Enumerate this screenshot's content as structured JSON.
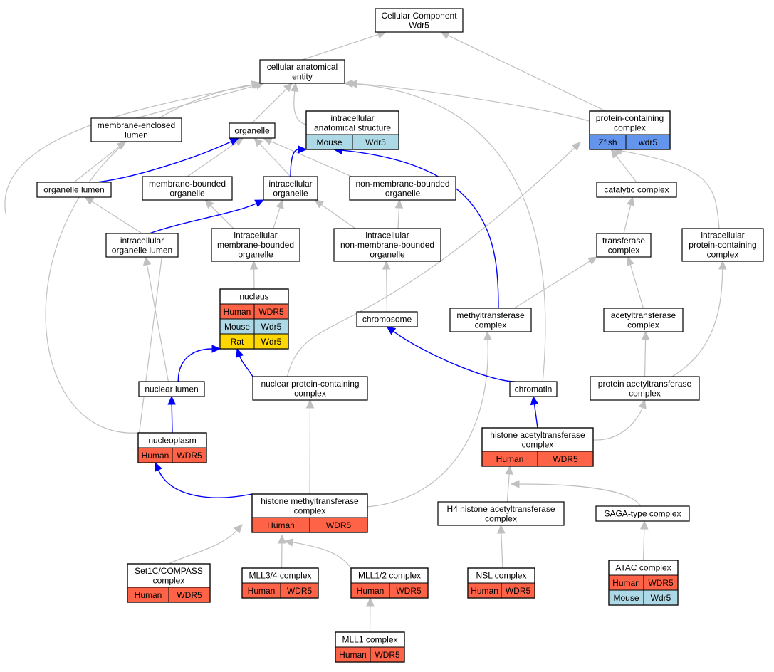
{
  "colors": {
    "human": "#ff6347",
    "mouse": "#add8e6",
    "rat": "#ffd700",
    "zfish": "#6495ed",
    "edge_grey": "#c0c0c0",
    "edge_blue": "#0000ff"
  },
  "nodes": {
    "cellular_component": {
      "lines": [
        "Cellular Component",
        "Wdr5"
      ]
    },
    "cellular_anatomical_entity": {
      "lines": [
        "cellular anatomical",
        "entity"
      ]
    },
    "membrane_enclosed_lumen": {
      "lines": [
        "membrane-enclosed",
        "lumen"
      ]
    },
    "organelle": {
      "lines": [
        "organelle"
      ]
    },
    "intracellular_anatomical_structure": {
      "lines": [
        "intracellular",
        "anatomical structure"
      ],
      "rows": [
        [
          {
            "species": "mouse",
            "text": "Mouse"
          },
          {
            "species": "mouse",
            "text": "Wdr5"
          }
        ]
      ]
    },
    "protein_containing_complex": {
      "lines": [
        "protein-containing",
        "complex"
      ],
      "rows": [
        [
          {
            "species": "zfish",
            "text": "Zfish"
          },
          {
            "species": "zfish",
            "text": "wdr5"
          }
        ]
      ]
    },
    "organelle_lumen": {
      "lines": [
        "organelle lumen"
      ]
    },
    "membrane_bounded_organelle": {
      "lines": [
        "membrane-bounded",
        "organelle"
      ]
    },
    "intracellular_organelle": {
      "lines": [
        "intracellular",
        "organelle"
      ]
    },
    "non_membrane_bounded_organelle": {
      "lines": [
        "non-membrane-bounded",
        "organelle"
      ]
    },
    "catalytic_complex": {
      "lines": [
        "catalytic complex"
      ]
    },
    "intracellular_organelle_lumen": {
      "lines": [
        "intracellular",
        "organelle lumen"
      ]
    },
    "intracellular_membrane_bounded_organelle": {
      "lines": [
        "intracellular",
        "membrane-bounded",
        "organelle"
      ]
    },
    "intracellular_non_membrane_bounded_organelle": {
      "lines": [
        "intracellular",
        "non-membrane-bounded",
        "organelle"
      ]
    },
    "transferase_complex": {
      "lines": [
        "transferase",
        "complex"
      ]
    },
    "intracellular_protein_containing_complex": {
      "lines": [
        "intracellular",
        "protein-containing",
        "complex"
      ]
    },
    "nucleus": {
      "lines": [
        "nucleus"
      ],
      "rows": [
        [
          {
            "species": "human",
            "text": "Human"
          },
          {
            "species": "human",
            "text": "WDR5"
          }
        ],
        [
          {
            "species": "mouse",
            "text": "Mouse"
          },
          {
            "species": "mouse",
            "text": "Wdr5"
          }
        ],
        [
          {
            "species": "rat",
            "text": "Rat"
          },
          {
            "species": "rat",
            "text": "Wdr5"
          }
        ]
      ]
    },
    "chromosome": {
      "lines": [
        "chromosome"
      ]
    },
    "methyltransferase_complex": {
      "lines": [
        "methyltransferase",
        "complex"
      ]
    },
    "acetyltransferase_complex": {
      "lines": [
        "acetyltransferase",
        "complex"
      ]
    },
    "nuclear_lumen": {
      "lines": [
        "nuclear lumen"
      ]
    },
    "nuclear_protein_containing_complex": {
      "lines": [
        "nuclear protein-containing",
        "complex"
      ]
    },
    "chromatin": {
      "lines": [
        "chromatin"
      ]
    },
    "protein_acetyltransferase_complex": {
      "lines": [
        "protein acetyltransferase",
        "complex"
      ]
    },
    "nucleoplasm": {
      "lines": [
        "nucleoplasm"
      ],
      "rows": [
        [
          {
            "species": "human",
            "text": "Human"
          },
          {
            "species": "human",
            "text": "WDR5"
          }
        ]
      ]
    },
    "histone_acetyltransferase_complex": {
      "lines": [
        "histone acetyltransferase",
        "complex"
      ],
      "rows": [
        [
          {
            "species": "human",
            "text": "Human"
          },
          {
            "species": "human",
            "text": "WDR5"
          }
        ]
      ]
    },
    "histone_methyltransferase_complex": {
      "lines": [
        "histone methyltransferase",
        "complex"
      ],
      "rows": [
        [
          {
            "species": "human",
            "text": "Human"
          },
          {
            "species": "human",
            "text": "WDR5"
          }
        ]
      ]
    },
    "h4_histone_acetyltransferase_complex": {
      "lines": [
        "H4 histone acetyltransferase",
        "complex"
      ]
    },
    "saga_type_complex": {
      "lines": [
        "SAGA-type complex"
      ]
    },
    "set1c_compass_complex": {
      "lines": [
        "Set1C/COMPASS",
        "complex"
      ],
      "rows": [
        [
          {
            "species": "human",
            "text": "Human"
          },
          {
            "species": "human",
            "text": "WDR5"
          }
        ]
      ]
    },
    "mll3_4_complex": {
      "lines": [
        "MLL3/4 complex"
      ],
      "rows": [
        [
          {
            "species": "human",
            "text": "Human"
          },
          {
            "species": "human",
            "text": "WDR5"
          }
        ]
      ]
    },
    "mll1_2_complex": {
      "lines": [
        "MLL1/2 complex"
      ],
      "rows": [
        [
          {
            "species": "human",
            "text": "Human"
          },
          {
            "species": "human",
            "text": "WDR5"
          }
        ]
      ]
    },
    "nsl_complex": {
      "lines": [
        "NSL complex"
      ],
      "rows": [
        [
          {
            "species": "human",
            "text": "Human"
          },
          {
            "species": "human",
            "text": "WDR5"
          }
        ]
      ]
    },
    "atac_complex": {
      "lines": [
        "ATAC complex"
      ],
      "rows": [
        [
          {
            "species": "human",
            "text": "Human"
          },
          {
            "species": "human",
            "text": "WDR5"
          }
        ],
        [
          {
            "species": "mouse",
            "text": "Mouse"
          },
          {
            "species": "mouse",
            "text": "Wdr5"
          }
        ]
      ]
    },
    "mll1_complex": {
      "lines": [
        "MLL1 complex"
      ],
      "rows": [
        [
          {
            "species": "human",
            "text": "Human"
          },
          {
            "species": "human",
            "text": "WDR5"
          }
        ]
      ]
    }
  }
}
